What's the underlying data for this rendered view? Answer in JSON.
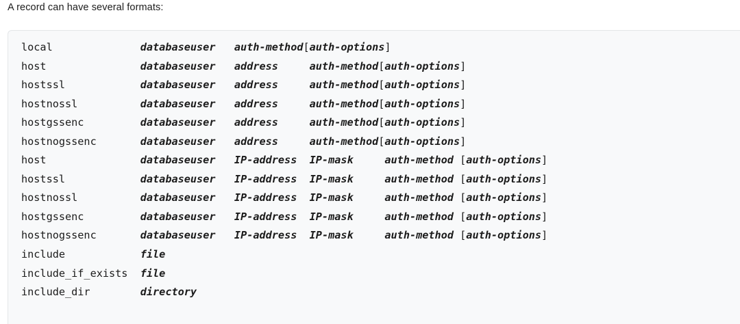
{
  "intro": {
    "text": "A record can have several formats:"
  },
  "codeblock": {
    "background": "#f8f9fa",
    "border_color": "#e4e6e8",
    "lines": [
      {
        "keyword": "local",
        "args": [
          "database",
          "user",
          "auth-method"
        ],
        "optional": "auth-options",
        "columns": [
          0,
          19,
          27,
          34
        ],
        "optional_column": 45
      },
      {
        "keyword": "host",
        "args": [
          "database",
          "user",
          "address",
          "auth-method"
        ],
        "optional": "auth-options",
        "columns": [
          0,
          19,
          27,
          34,
          46
        ],
        "optional_column": 57
      },
      {
        "keyword": "hostssl",
        "args": [
          "database",
          "user",
          "address",
          "auth-method"
        ],
        "optional": "auth-options",
        "columns": [
          0,
          19,
          27,
          34,
          46
        ],
        "optional_column": 57
      },
      {
        "keyword": "hostnossl",
        "args": [
          "database",
          "user",
          "address",
          "auth-method"
        ],
        "optional": "auth-options",
        "columns": [
          0,
          19,
          27,
          34,
          46
        ],
        "optional_column": 57
      },
      {
        "keyword": "hostgssenc",
        "args": [
          "database",
          "user",
          "address",
          "auth-method"
        ],
        "optional": "auth-options",
        "columns": [
          0,
          19,
          27,
          34,
          46
        ],
        "optional_column": 57
      },
      {
        "keyword": "hostnogssenc",
        "args": [
          "database",
          "user",
          "address",
          "auth-method"
        ],
        "optional": "auth-options",
        "columns": [
          0,
          19,
          27,
          34,
          46
        ],
        "optional_column": 57
      },
      {
        "keyword": "host",
        "args": [
          "database",
          "user",
          "IP-address",
          "IP-mask",
          "auth-method"
        ],
        "optional": "auth-options",
        "columns": [
          0,
          19,
          27,
          34,
          46,
          58
        ],
        "optional_column": 70
      },
      {
        "keyword": "hostssl",
        "args": [
          "database",
          "user",
          "IP-address",
          "IP-mask",
          "auth-method"
        ],
        "optional": "auth-options",
        "columns": [
          0,
          19,
          27,
          34,
          46,
          58
        ],
        "optional_column": 70
      },
      {
        "keyword": "hostnossl",
        "args": [
          "database",
          "user",
          "IP-address",
          "IP-mask",
          "auth-method"
        ],
        "optional": "auth-options",
        "columns": [
          0,
          19,
          27,
          34,
          46,
          58
        ],
        "optional_column": 70
      },
      {
        "keyword": "hostgssenc",
        "args": [
          "database",
          "user",
          "IP-address",
          "IP-mask",
          "auth-method"
        ],
        "optional": "auth-options",
        "columns": [
          0,
          19,
          27,
          34,
          46,
          58
        ],
        "optional_column": 70
      },
      {
        "keyword": "hostnogssenc",
        "args": [
          "database",
          "user",
          "IP-address",
          "IP-mask",
          "auth-method"
        ],
        "optional": "auth-options",
        "columns": [
          0,
          19,
          27,
          34,
          46,
          58
        ],
        "optional_column": 70
      },
      {
        "keyword": "include",
        "args": [
          "file"
        ],
        "optional": null,
        "columns": [
          0,
          19
        ],
        "optional_column": null
      },
      {
        "keyword": "include_if_exists",
        "args": [
          "file"
        ],
        "optional": null,
        "columns": [
          0,
          19
        ],
        "optional_column": null
      },
      {
        "keyword": "include_dir",
        "args": [
          "directory"
        ],
        "optional": null,
        "columns": [
          0,
          19
        ],
        "optional_column": null
      }
    ]
  }
}
